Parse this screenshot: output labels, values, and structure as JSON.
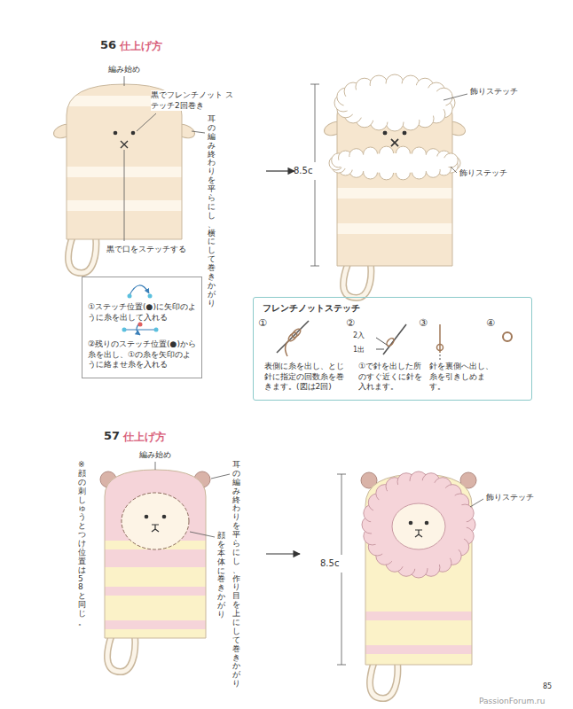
{
  "diagram": {
    "nodes": [
      {
        "text": [
          "①ステッチ位置(●)に矢印のように糸を出して入れる",
          "②残りのステッチ位置(●)から糸を出し、①の糸を矢印のように絡ませ糸を入れる"
        ]
      },
      {
        "text": [
          "フレンチノットステッチ",
          "①",
          "②",
          "③",
          "④",
          "2入",
          "1出",
          "表側に糸を出し、とじ針に指定の回数糸を巻きます。(図は2回)",
          "①で針を出した所のすぐ近くに針を入れます。",
          "針を裏側へ出し、糸を引きしめます。"
        ]
      }
    ],
    "labels": [
      "56",
      "仕上げ方",
      "編み始め",
      "黒でフレンチノット ステッチ2回巻き",
      "耳の編み終わりを平らにし、横にして巻きかがり",
      "黒で口をステッチする",
      "飾りステッチ",
      "8.5c",
      "飾りステッチ",
      "57",
      "仕上げ方",
      "編み始め",
      "※顔の刺しゅうとつけ位置は58と同じ。",
      "耳の編み終わりを平らにし、作り目を上にして巻きかがり",
      "顔を本体に巻きかがり",
      "8.5c",
      "飾りステッチ",
      "85",
      "PassionForum.ru"
    ]
  }
}
